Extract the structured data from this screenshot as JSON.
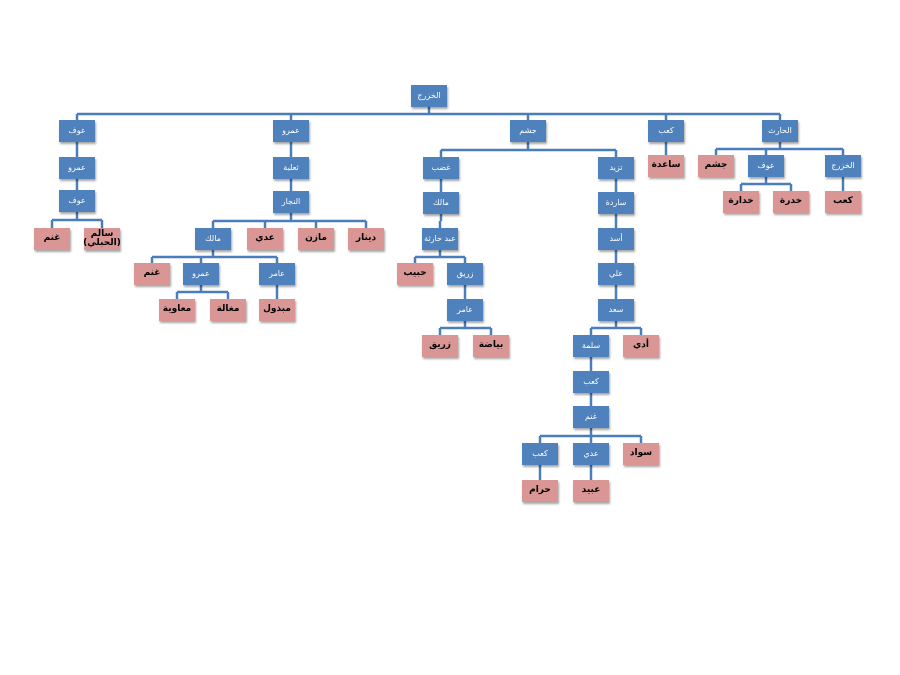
{
  "tree": {
    "root": {
      "label": "الخزرج",
      "type": "blue",
      "children": [
        {
          "label": "عوف",
          "type": "blue",
          "children": [
            {
              "label": "عمرو",
              "type": "blue",
              "children": [
                {
                  "label": "عوف",
                  "type": "blue",
                  "children": [
                    {
                      "label": "غنم",
                      "type": "pink",
                      "children": []
                    },
                    {
                      "label": "سالم\n(الحبلي)",
                      "type": "pink",
                      "children": []
                    }
                  ]
                }
              ]
            }
          ]
        },
        {
          "label": "عمرو",
          "type": "blue",
          "children": [
            {
              "label": "ثعلبة",
              "type": "blue",
              "children": [
                {
                  "label": "النجار",
                  "type": "blue",
                  "children": [
                    {
                      "label": "مالك",
                      "type": "blue",
                      "children": [
                        {
                          "label": "غنم",
                          "type": "pink",
                          "children": []
                        },
                        {
                          "label": "عمرو",
                          "type": "blue",
                          "children": [
                            {
                              "label": "معاوية",
                              "type": "pink",
                              "children": []
                            },
                            {
                              "label": "مغالة",
                              "type": "pink",
                              "children": []
                            }
                          ]
                        },
                        {
                          "label": "عامر",
                          "type": "blue",
                          "children": [
                            {
                              "label": "مبذول",
                              "type": "pink",
                              "children": []
                            }
                          ]
                        }
                      ]
                    },
                    {
                      "label": "عدي",
                      "type": "pink",
                      "children": []
                    },
                    {
                      "label": "مازن",
                      "type": "pink",
                      "children": []
                    },
                    {
                      "label": "دينار",
                      "type": "pink",
                      "children": []
                    }
                  ]
                }
              ]
            }
          ]
        },
        {
          "label": "جشم",
          "type": "blue",
          "children": [
            {
              "label": "غضب",
              "type": "blue",
              "children": [
                {
                  "label": "مالك",
                  "type": "blue",
                  "children": [
                    {
                      "label": "عبد حارثة",
                      "type": "blue",
                      "children": [
                        {
                          "label": "حبيب",
                          "type": "pink",
                          "children": []
                        },
                        {
                          "label": "زريق",
                          "type": "blue",
                          "children": [
                            {
                              "label": "عامر",
                              "type": "blue",
                              "children": [
                                {
                                  "label": "زريق",
                                  "type": "pink",
                                  "children": []
                                },
                                {
                                  "label": "بياضة",
                                  "type": "pink",
                                  "children": []
                                }
                              ]
                            }
                          ]
                        }
                      ]
                    }
                  ]
                }
              ]
            },
            {
              "label": "تزيد",
              "type": "blue",
              "children": [
                {
                  "label": "ساردة",
                  "type": "blue",
                  "children": [
                    {
                      "label": "أسد",
                      "type": "blue",
                      "children": [
                        {
                          "label": "علي",
                          "type": "blue",
                          "children": [
                            {
                              "label": "سعد",
                              "type": "blue",
                              "children": [
                                {
                                  "label": "سلمة",
                                  "type": "blue",
                                  "children": [
                                    {
                                      "label": "كعب",
                                      "type": "blue",
                                      "children": [
                                        {
                                          "label": "غنم",
                                          "type": "blue",
                                          "children": [
                                            {
                                              "label": "كعب",
                                              "type": "blue",
                                              "children": [
                                                {
                                                  "label": "حرام",
                                                  "type": "pink",
                                                  "children": []
                                                }
                                              ]
                                            },
                                            {
                                              "label": "عدي",
                                              "type": "blue",
                                              "children": [
                                                {
                                                  "label": "عبيد",
                                                  "type": "pink",
                                                  "children": []
                                                }
                                              ]
                                            },
                                            {
                                              "label": "سواد",
                                              "type": "pink",
                                              "children": []
                                            }
                                          ]
                                        }
                                      ]
                                    }
                                  ]
                                },
                                {
                                  "label": "أدي",
                                  "type": "pink",
                                  "children": []
                                }
                              ]
                            }
                          ]
                        }
                      ]
                    }
                  ]
                }
              ]
            }
          ]
        },
        {
          "label": "كعب",
          "type": "blue",
          "children": [
            {
              "label": "ساعدة",
              "type": "pink",
              "children": []
            }
          ]
        },
        {
          "label": "الحارث",
          "type": "blue",
          "children": [
            {
              "label": "جشم",
              "type": "pink",
              "children": []
            },
            {
              "label": "عوف",
              "type": "blue",
              "children": [
                {
                  "label": "خدرة",
                  "type": "pink",
                  "children": []
                },
                {
                  "label": "خدارة",
                  "type": "pink",
                  "children": []
                }
              ]
            },
            {
              "label": "الخزرج",
              "type": "blue",
              "children": [
                {
                  "label": "كعب",
                  "type": "pink",
                  "children": []
                }
              ]
            }
          ]
        }
      ]
    }
  }
}
